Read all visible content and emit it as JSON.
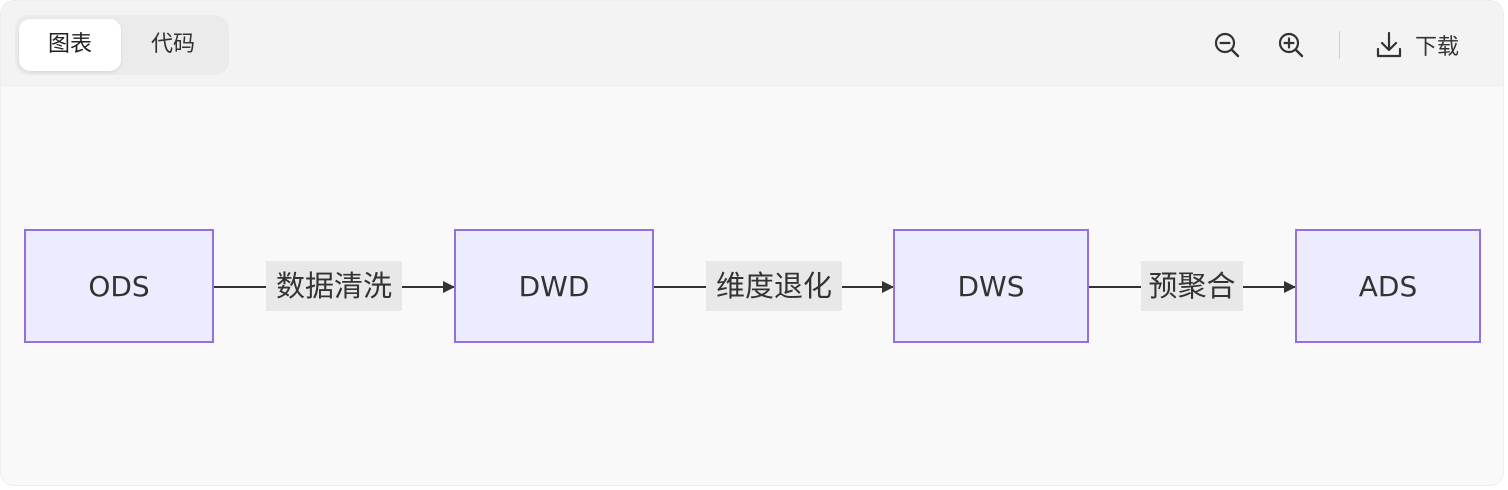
{
  "toolbar": {
    "tabs": [
      {
        "label": "图表",
        "active": true
      },
      {
        "label": "代码",
        "active": false
      }
    ],
    "download_label": "下载",
    "icons": [
      "zoom-out-icon",
      "zoom-in-icon",
      "download-icon"
    ]
  },
  "diagram": {
    "nodes": [
      {
        "id": "ods",
        "label": "ODS"
      },
      {
        "id": "dwd",
        "label": "DWD"
      },
      {
        "id": "dws",
        "label": "DWS"
      },
      {
        "id": "ads",
        "label": "ADS"
      }
    ],
    "edges": [
      {
        "from": "ods",
        "to": "dwd",
        "label": "数据清洗"
      },
      {
        "from": "dwd",
        "to": "dws",
        "label": "维度退化"
      },
      {
        "from": "dws",
        "to": "ads",
        "label": "预聚合"
      }
    ],
    "colors": {
      "node_fill": "#ececfe",
      "node_border": "#9370db",
      "edge": "#333333",
      "label_bg": "#e8e8e8"
    }
  }
}
